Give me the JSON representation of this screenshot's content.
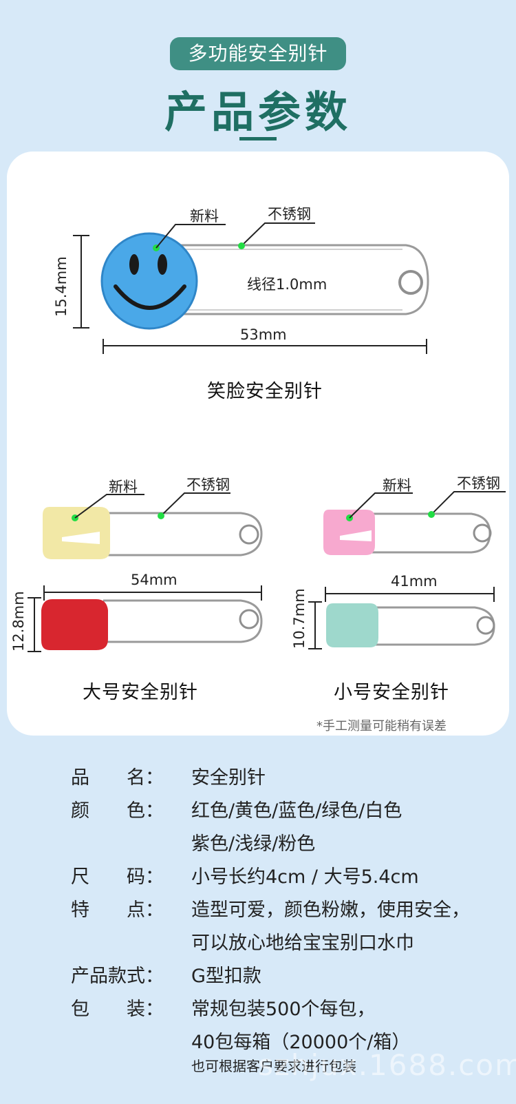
{
  "header": {
    "badge": "多功能安全别针",
    "title": "产品参数"
  },
  "smiley_pin": {
    "label_material": "新料",
    "label_steel": "不锈钢",
    "wire": "线径1.0mm",
    "length": "53mm",
    "height": "15.4mm",
    "caption": "笑脸安全别针"
  },
  "large_pin": {
    "label_material": "新料",
    "label_steel": "不锈钢",
    "length": "54mm",
    "height": "12.8mm",
    "caption": "大号安全别针"
  },
  "small_pin": {
    "label_material": "新料",
    "label_steel": "不锈钢",
    "length": "41mm",
    "height": "10.7mm",
    "caption": "小号安全别针"
  },
  "note": "*手工测量可能稍有误差",
  "specs": {
    "name_k": "品　　名：",
    "name_v": "安全别针",
    "color_k": "颜　　色：",
    "color_v1": "红色/黄色/蓝色/绿色/白色",
    "color_v2": "紫色/浅绿/粉色",
    "size_k": "尺　　码：",
    "size_v": "小号长约4cm / 大号5.4cm",
    "feature_k": "特　　点：",
    "feature_v1": "造型可爱，颜色粉嫩，使用安全，",
    "feature_v2": "可以放心地给宝宝别口水巾",
    "style_k": "产品款式：",
    "style_v": "G型扣款",
    "pack_k": "包　　装：",
    "pack_v1": "常规包装500个每包，",
    "pack_v2": "40包每箱（20000个/箱）",
    "pack_note": "也可根据客户要求进行包装"
  },
  "watermark": "szhjux.1688.com",
  "colors": {
    "background": "#d7e9f8",
    "accent": "#1f6f63",
    "badge": "#3f8f84",
    "smiley": "#4aa8e8",
    "yellow_cap": "#f2e8a6",
    "red_cap": "#d8262f",
    "pink_cap": "#f7a9cf",
    "mint_cap": "#9ed8cc",
    "marker": "#22dd44"
  }
}
